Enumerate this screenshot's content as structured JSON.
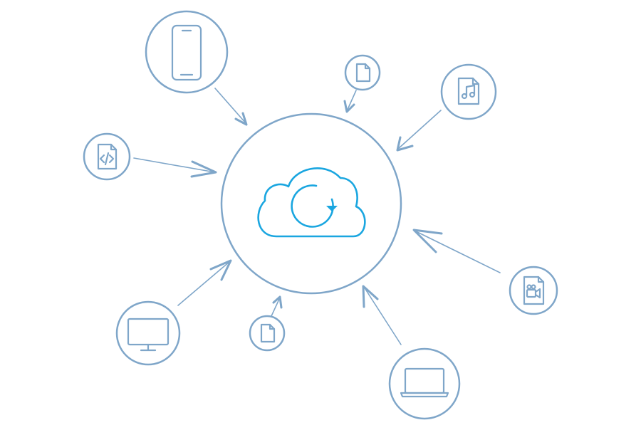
{
  "colors": {
    "outline": "#7fa6c9",
    "accent": "#1aa6e0",
    "background": "#ffffff"
  },
  "hub": {
    "icon": "cloud-sync-icon"
  },
  "nodes": [
    {
      "name": "smartphone-node",
      "icon": "smartphone-icon"
    },
    {
      "name": "document-node-top",
      "icon": "document-icon"
    },
    {
      "name": "music-file-node",
      "icon": "music-file-icon"
    },
    {
      "name": "code-file-node",
      "icon": "code-file-icon"
    },
    {
      "name": "video-file-node",
      "icon": "video-file-icon"
    },
    {
      "name": "monitor-node",
      "icon": "monitor-icon"
    },
    {
      "name": "document-node-bottom",
      "icon": "document-icon"
    },
    {
      "name": "laptop-node",
      "icon": "laptop-icon"
    }
  ]
}
